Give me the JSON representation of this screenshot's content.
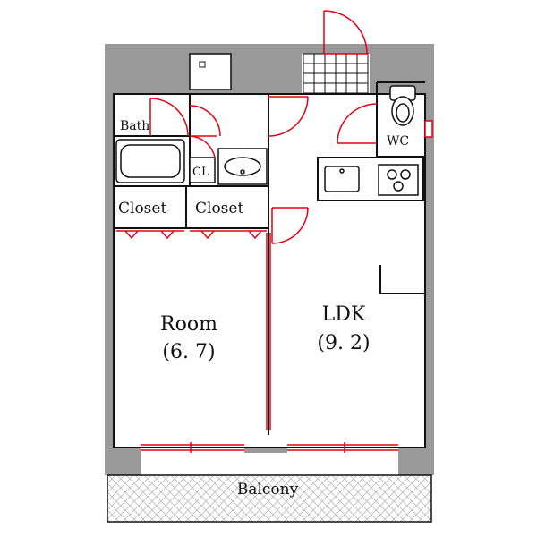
{
  "rooms": {
    "bath": "Bath",
    "wc": "WC",
    "cl": "CL",
    "closet_left": "Closet",
    "closet_right": "Closet",
    "room_name": "Room",
    "room_size": "(6. 7)",
    "ldk_name": "LDK",
    "ldk_size": "(9. 2)",
    "balcony": "Balcony"
  },
  "colors": {
    "wall": "#999999",
    "line": "#111111",
    "door": "#e60012",
    "floor": "#ffffff"
  }
}
